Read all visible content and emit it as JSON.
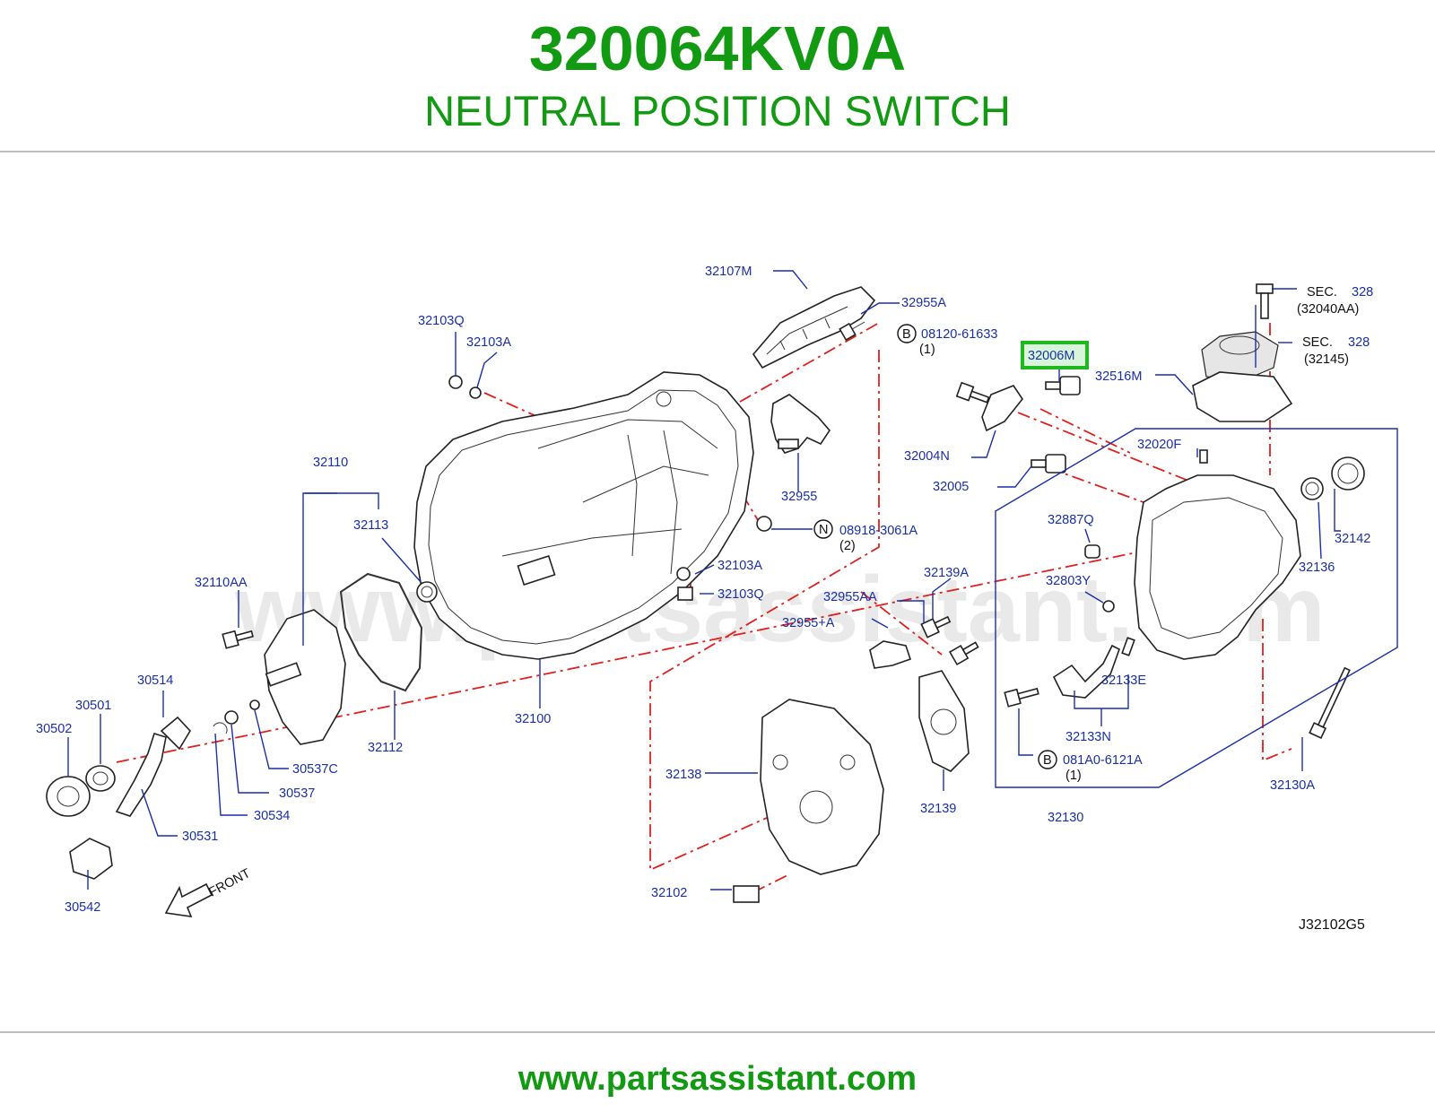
{
  "header": {
    "part_number": "320064KV0A",
    "part_name": "NEUTRAL POSITION SWITCH"
  },
  "footer": {
    "url": "www.partsassistant.com"
  },
  "watermark": "www.partsassistant.com",
  "diagram_code": "J32102G5",
  "front_label": "FRONT",
  "highlight_color": "#1fb81f",
  "labels": {
    "p32107M": "32107M",
    "p32955A": "32955A",
    "p32103Q_top": "32103Q",
    "p32103A_top": "32103A",
    "p08120": "08120-61633",
    "p08120_qty": "(1)",
    "p32006M": "32006M",
    "p32516M": "32516M",
    "sec1": "SEC.",
    "sec1_num": "328",
    "sec1_ref": "(32040AA)",
    "sec2": "SEC.",
    "sec2_num": "328",
    "sec2_ref": "(32145)",
    "p32110": "32110",
    "p32113": "32113",
    "p32110AA": "32110AA",
    "p32955": "32955",
    "p32004N": "32004N",
    "p32005": "32005",
    "p32020F": "32020F",
    "p32142": "32142",
    "p32136": "32136",
    "p32887Q": "32887Q",
    "p32803Y": "32803Y",
    "p08918": "08918-3061A",
    "p08918_qty": "(2)",
    "p32103A_mid": "32103A",
    "p32103Q_mid": "32103Q",
    "p32139A": "32139A",
    "p32955AA": "32955AA",
    "p32955plusA": "32955+A",
    "p30514": "30514",
    "p30501": "30501",
    "p30502": "30502",
    "p30537C": "30537C",
    "p30537": "30537",
    "p30534": "30534",
    "p30531": "30531",
    "p30542": "30542",
    "p32112": "32112",
    "p32100": "32100",
    "p32138": "32138",
    "p32139": "32139",
    "p32133E": "32133E",
    "p32133N": "32133N",
    "p081A0": "081A0-6121A",
    "p081A0_qty": "(1)",
    "p32130": "32130",
    "p32130A": "32130A",
    "p32102": "32102",
    "circle_B": "B",
    "circle_N": "N"
  }
}
